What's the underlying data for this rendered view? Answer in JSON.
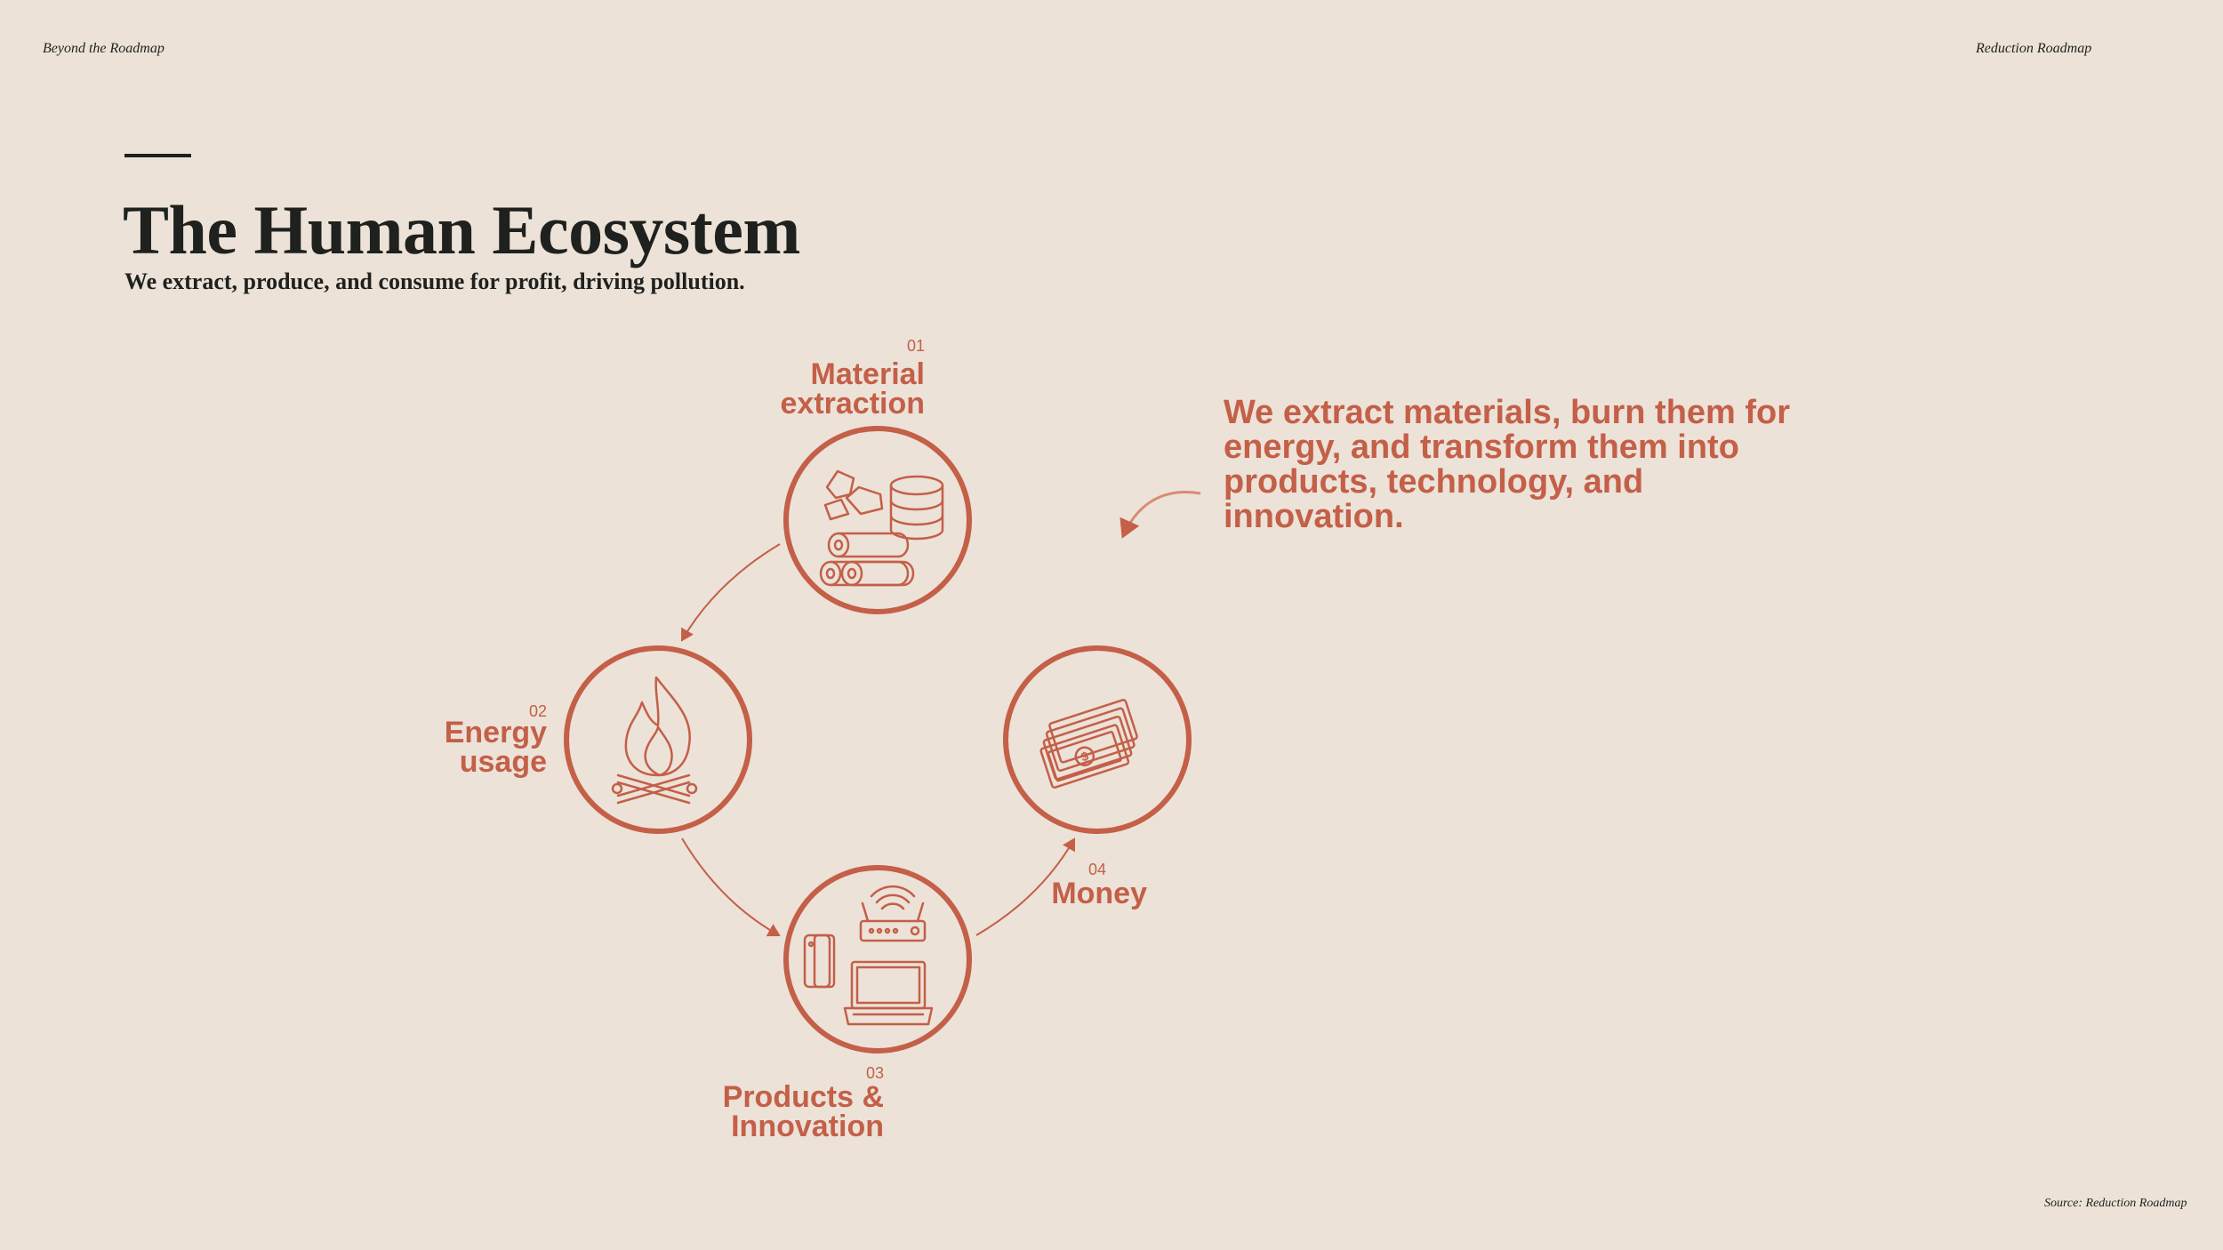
{
  "header": {
    "left": "Beyond the Roadmap",
    "right": "Reduction Roadmap"
  },
  "title": "The Human Ecosystem",
  "subtitle": "We extract, produce, and consume for profit, driving pollution.",
  "steps": [
    {
      "number": "01",
      "label_lines": [
        "Material",
        "extraction"
      ],
      "icon": "raw-materials-icon"
    },
    {
      "number": "02",
      "label_lines": [
        "Energy",
        "usage"
      ],
      "icon": "campfire-icon"
    },
    {
      "number": "03",
      "label_lines": [
        "Products &",
        "Innovation"
      ],
      "icon": "devices-icon"
    },
    {
      "number": "04",
      "label_lines": [
        "Money"
      ],
      "icon": "money-icon"
    }
  ],
  "callout": "We extract materials, burn them for energy, and transform them into products, technology, and innovation.",
  "source": "Source: Reduction Roadmap",
  "colors": {
    "background": "#ece2d8",
    "accent": "#c45f48",
    "text": "#1e211d"
  }
}
